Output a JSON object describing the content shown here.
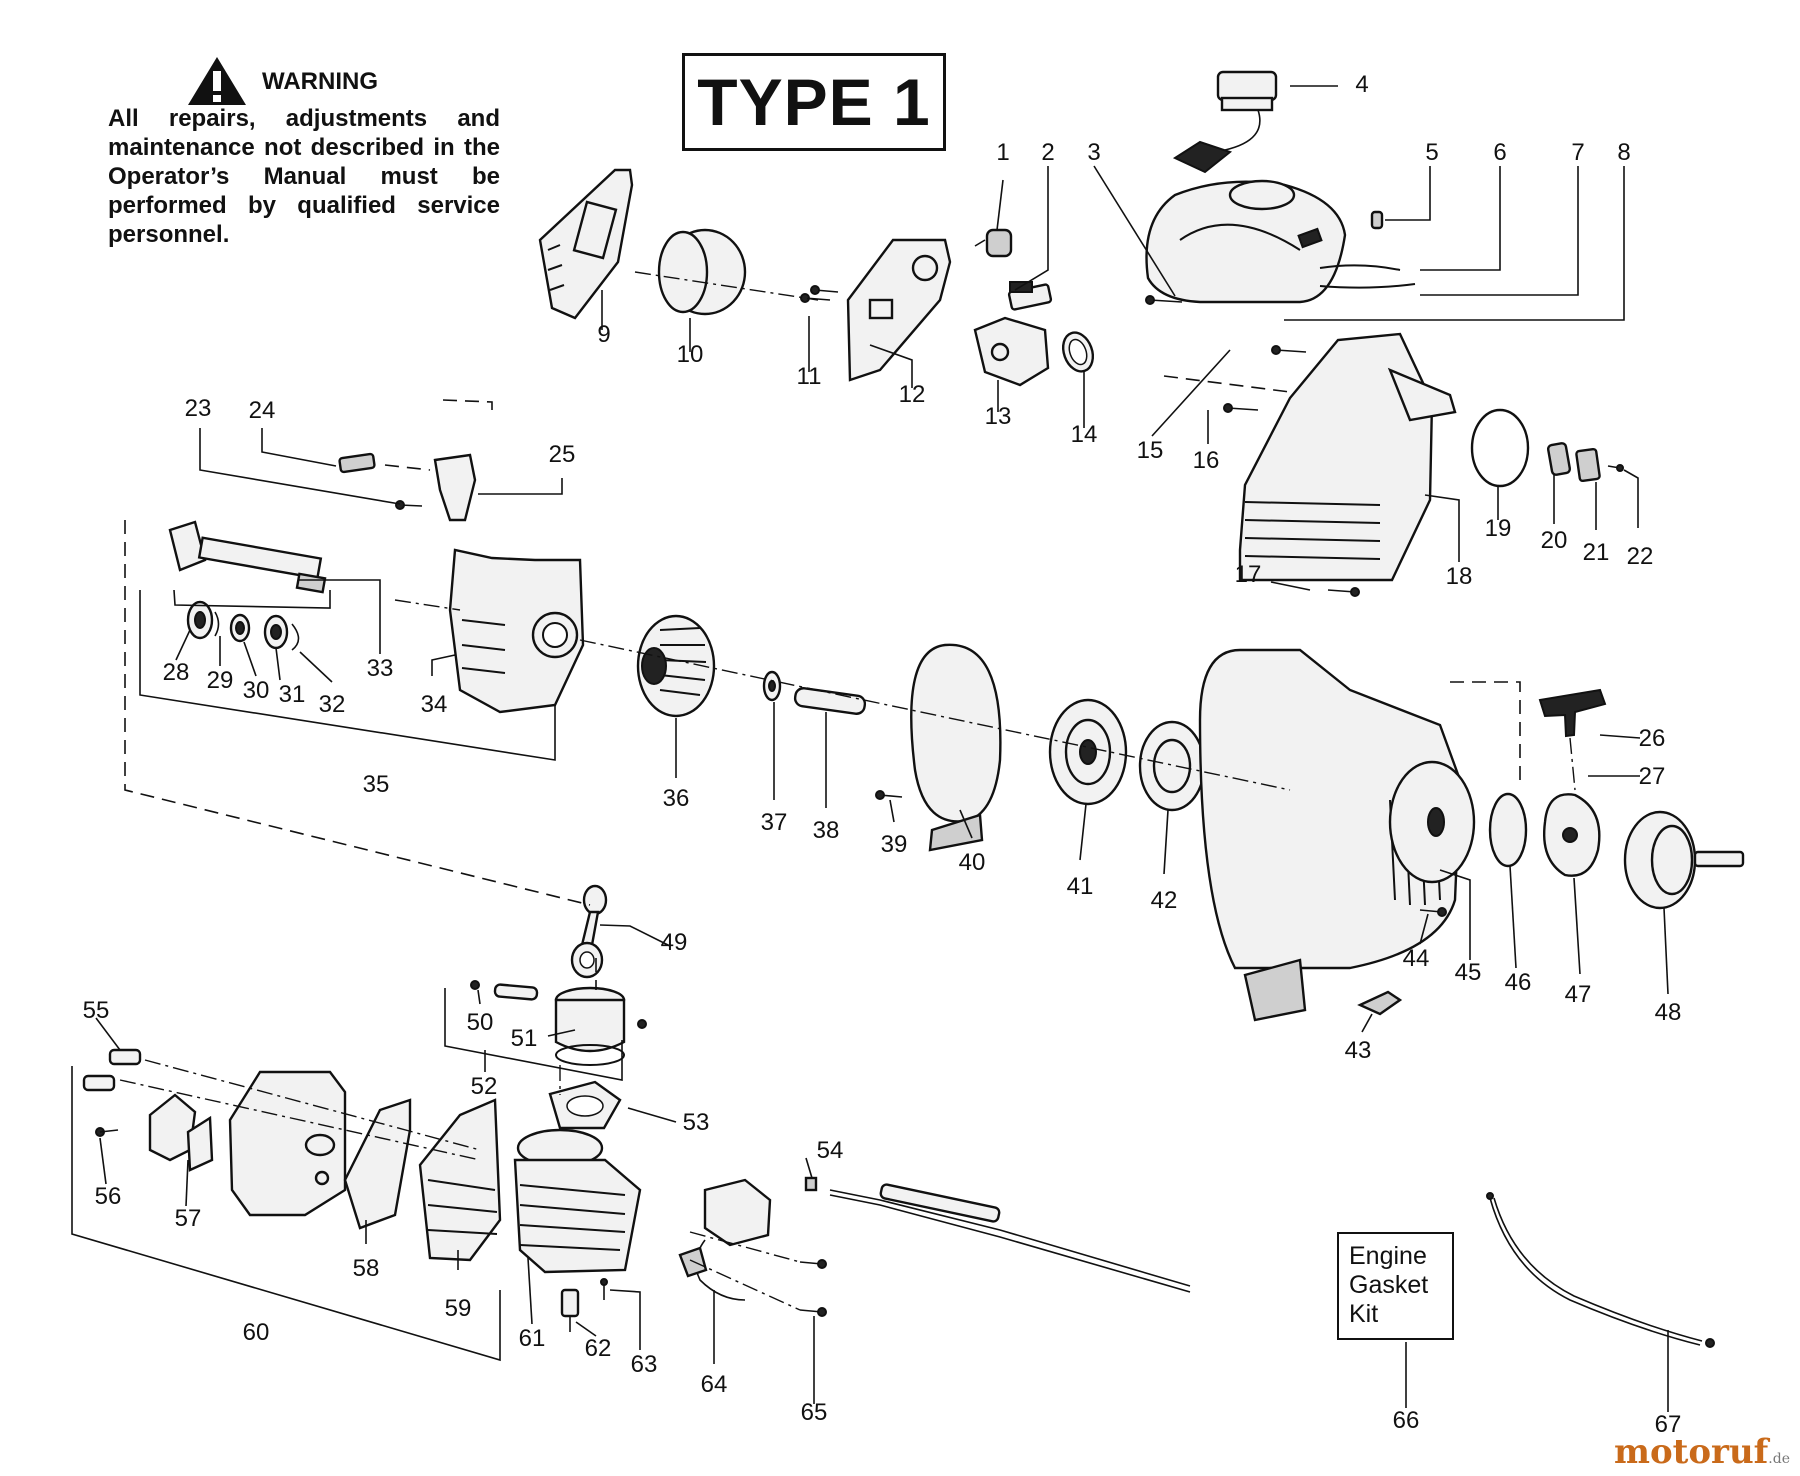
{
  "warning": {
    "icon": "warning-triangle-icon",
    "title": "WARNING",
    "body": "All repairs, adjustments and maintenance not described in the Operator’s Manual must be performed by qualified service personnel."
  },
  "type_label": "TYPE 1",
  "kit": {
    "line1": "Engine",
    "line2": "Gasket",
    "line3": "Kit"
  },
  "watermark": {
    "brand": "motoruf",
    "suffix": ".de"
  },
  "parts": [
    "1",
    "2",
    "3",
    "4",
    "5",
    "6",
    "7",
    "8",
    "9",
    "10",
    "11",
    "12",
    "13",
    "14",
    "15",
    "16",
    "17",
    "18",
    "19",
    "20",
    "21",
    "22",
    "23",
    "24",
    "25",
    "26",
    "27",
    "28",
    "29",
    "30",
    "31",
    "32",
    "33",
    "34",
    "35",
    "36",
    "37",
    "38",
    "39",
    "40",
    "41",
    "42",
    "43",
    "44",
    "45",
    "46",
    "47",
    "48",
    "49",
    "50",
    "51",
    "52",
    "53",
    "54",
    "55",
    "56",
    "57",
    "58",
    "59",
    "60",
    "61",
    "62",
    "63",
    "64",
    "65",
    "66",
    "67"
  ]
}
